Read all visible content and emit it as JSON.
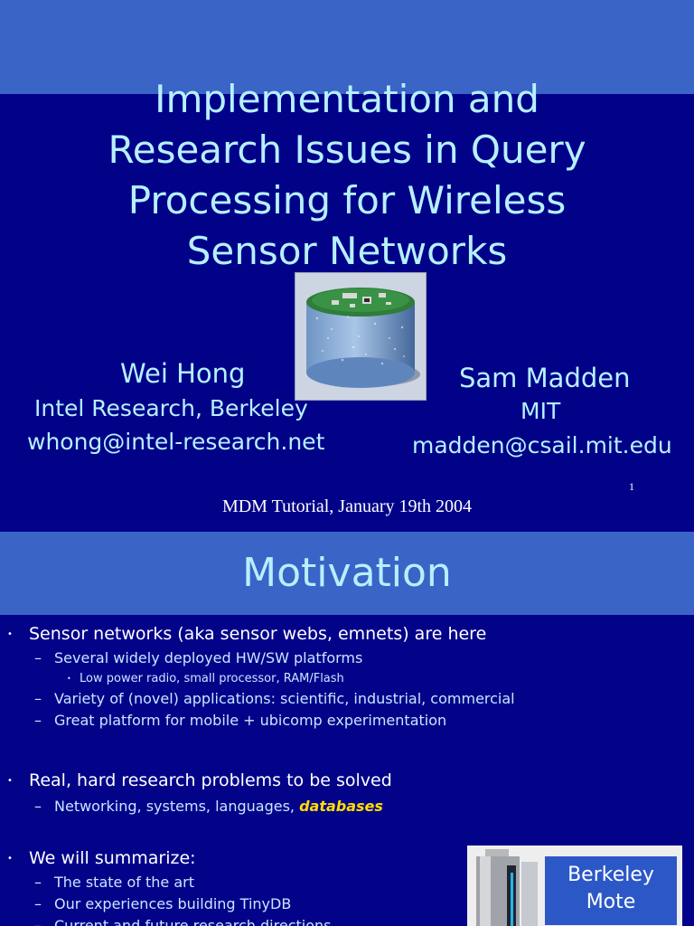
{
  "slide1": {
    "title_lines": [
      "Implementation and",
      "Research Issues in Query",
      "Processing for Wireless",
      "Sensor Networks"
    ],
    "image_icon": "sensor-mote-image",
    "author_left": {
      "name": "Wei Hong",
      "affiliation": "Intel Research, Berkeley",
      "email": "whong@intel-research.net"
    },
    "author_right": {
      "name": "Sam Madden",
      "affiliation": "MIT",
      "email": "madden@csail.mit.edu"
    },
    "page_number": "1",
    "footer": "MDM Tutorial, January 19th 2004"
  },
  "slide2": {
    "title": "Motivation",
    "bullets": [
      {
        "text": "Sensor networks (aka sensor webs, emnets) are here",
        "sub": [
          {
            "text": "Several widely deployed HW/SW platforms",
            "sub": [
              "Low power radio, small processor, RAM/Flash"
            ]
          },
          {
            "text": "Variety of (novel) applications: scientific, industrial, commercial"
          },
          {
            "text": "Great platform for mobile + ubicomp experimentation"
          }
        ]
      },
      {
        "text": "Real, hard research problems to be solved",
        "sub": [
          {
            "text_prefix": "Networking, systems, languages, ",
            "highlight": "databases"
          }
        ]
      },
      {
        "text": "We will summarize:",
        "sub": [
          {
            "text": "The state of the art"
          },
          {
            "text": "Our experiences building TinyDB"
          },
          {
            "text": "Current and future research directions"
          }
        ]
      }
    ],
    "mote_label_lines": [
      "Berkeley",
      "Mote"
    ],
    "colors": {
      "band": "#3a64c6",
      "title": "#b6f0ff",
      "highlight": "#ffdd00"
    }
  }
}
